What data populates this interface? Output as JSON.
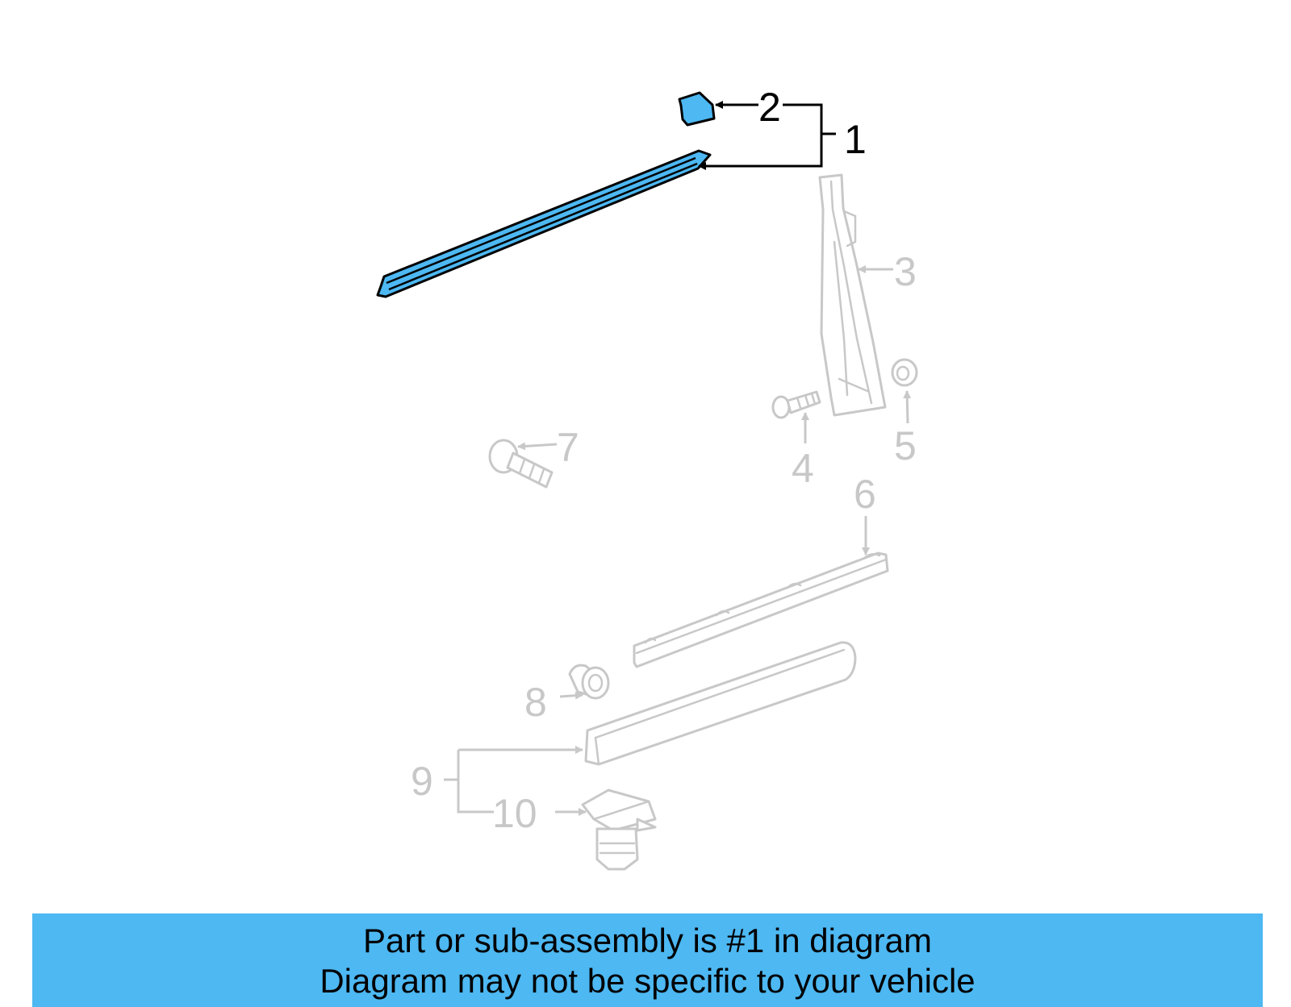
{
  "diagram": {
    "callouts": {
      "c1": "1",
      "c2": "2",
      "c3": "3",
      "c4": "4",
      "c5": "5",
      "c6": "6",
      "c7": "7",
      "c8": "8",
      "c9": "9",
      "c10": "10"
    },
    "highlighted_part_number": 1,
    "colors": {
      "highlight": "#4db8f2",
      "active_outline": "#000000",
      "inactive_outline": "#c8c8c8",
      "banner_background": "#4db8f2"
    }
  },
  "banner": {
    "line1": "Part or sub-assembly is #1 in diagram",
    "line2": "Diagram may not be specific to your vehicle"
  }
}
